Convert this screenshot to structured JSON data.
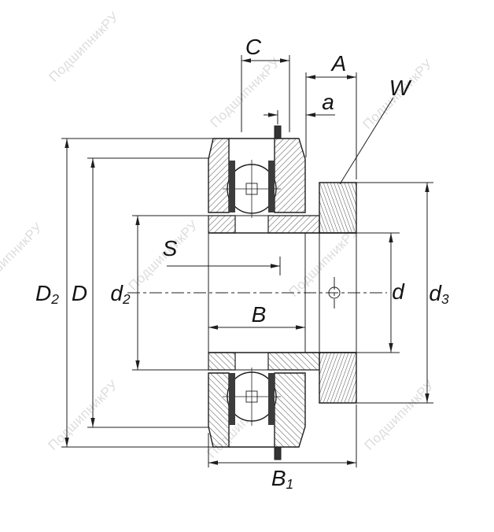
{
  "watermark": {
    "text": "ПодшипникРУ"
  },
  "labels": {
    "C": {
      "base": "C",
      "sub": ""
    },
    "A": {
      "base": "A",
      "sub": ""
    },
    "a": {
      "base": "a",
      "sub": ""
    },
    "W": {
      "base": "W",
      "sub": ""
    },
    "S": {
      "base": "S",
      "sub": ""
    },
    "B": {
      "base": "B",
      "sub": ""
    },
    "B1": {
      "base": "B",
      "sub": "1"
    },
    "D2": {
      "base": "D",
      "sub": "2"
    },
    "D": {
      "base": "D",
      "sub": ""
    },
    "d2": {
      "base": "d",
      "sub": "2"
    },
    "d": {
      "base": "d",
      "sub": ""
    },
    "d3": {
      "base": "d",
      "sub": "3"
    }
  }
}
